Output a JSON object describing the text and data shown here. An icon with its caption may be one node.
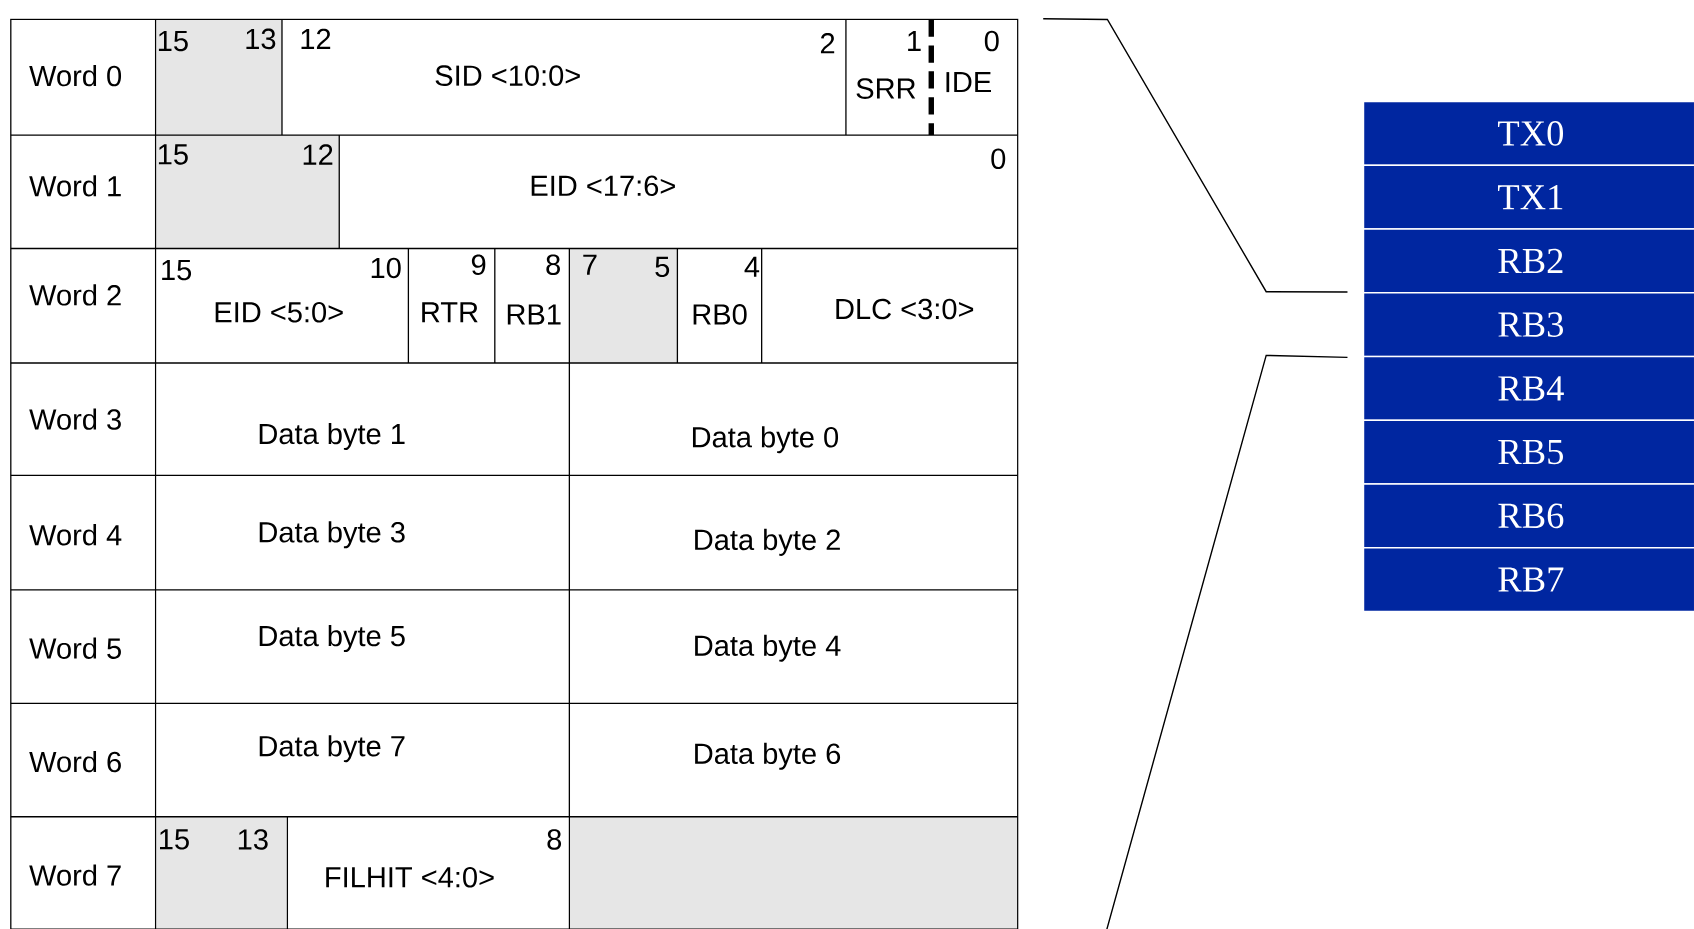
{
  "diagram": {
    "nodes": [
      {
        "text": [],
        "shape": "box"
      },
      {
        "text": [
          "TX0"
        ]
      },
      {
        "text": [
          "TX1"
        ]
      },
      {
        "text": [
          "RB2"
        ]
      },
      {
        "text": [
          "RB3"
        ]
      },
      {
        "text": [
          "RB4"
        ]
      },
      {
        "text": [
          "RB5"
        ]
      },
      {
        "text": [
          "RB6"
        ]
      },
      {
        "text": [
          "RB7"
        ]
      }
    ],
    "edges": [
      {
        "from": 0,
        "to": 4,
        "arrow": "none"
      },
      {
        "from": 0,
        "to": 4,
        "arrow": "none"
      }
    ],
    "labels": [
      "Word 0",
      "15",
      "13",
      "12",
      "2",
      "1",
      "0",
      "SID <10:0>",
      "SRR",
      "IDE",
      "Word 1",
      "15",
      "12",
      "0",
      "EID <17:6>",
      "Word 2",
      "15",
      "10",
      "9",
      "8",
      "7",
      "5",
      "4",
      "EID <5:0>",
      "RTR",
      "RB1",
      "RB0",
      "DLC <3:0>",
      "Word 3",
      "Data byte 1",
      "Data byte 0",
      "Word 4",
      "Data byte 3",
      "Data byte 2",
      "Word 5",
      "Data byte 5",
      "Data byte 4",
      "Word 6",
      "Data byte 7",
      "Data byte 6",
      "Word 7",
      "15",
      "13",
      "8",
      "FILHIT <4:0>"
    ]
  }
}
